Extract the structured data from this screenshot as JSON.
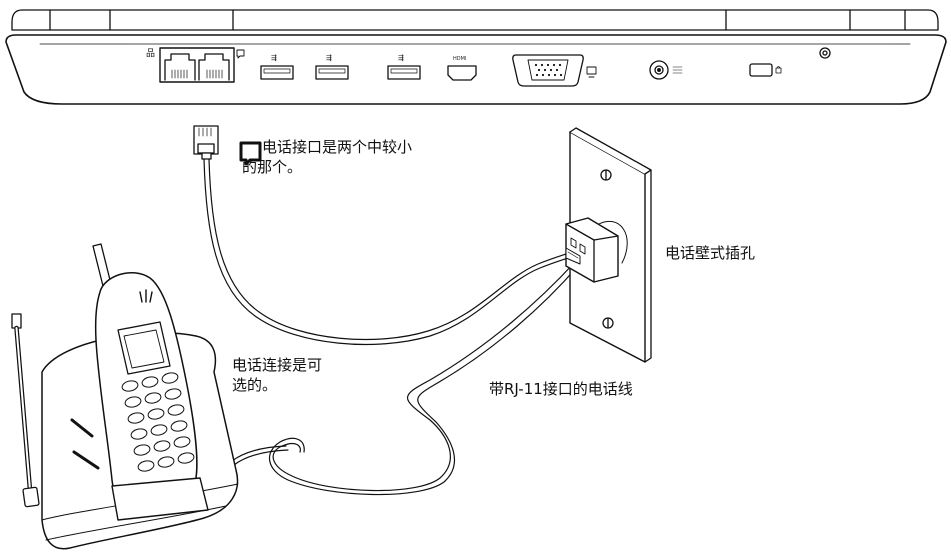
{
  "laptop": {
    "hdmi_label": "HDMI"
  },
  "callouts": {
    "jack_note_line1": "电话接口是两个中较小",
    "jack_note_line2": "的那个。",
    "wall_socket": "电话壁式插孔",
    "optional_line1": "电话连接是可",
    "optional_line2": "选的。",
    "rj11_cable": "带RJ-11接口的电话线"
  }
}
